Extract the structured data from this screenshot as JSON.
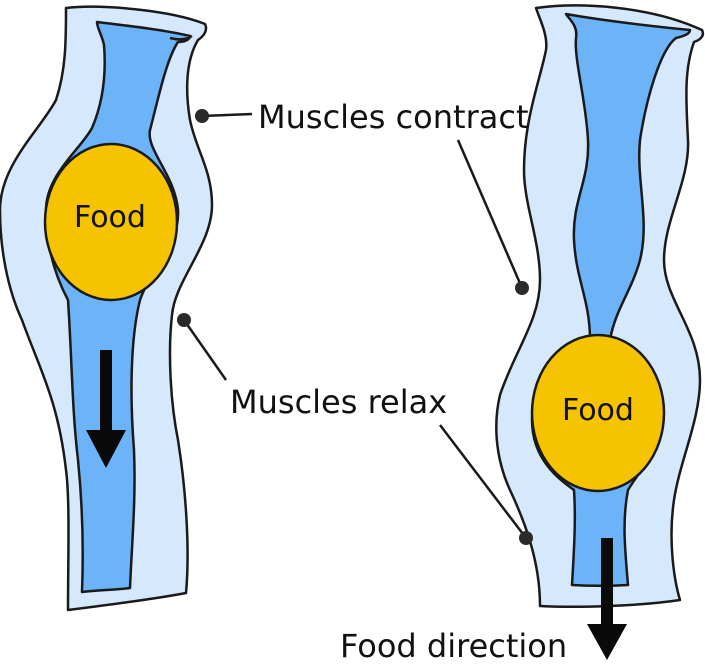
{
  "labels": {
    "muscles_contract": "Muscles contract",
    "muscles_relax": "Muscles relax",
    "food_direction": "Food direction",
    "food_left": "Food",
    "food_right": "Food"
  },
  "colors": {
    "wall": "#d6e8fb",
    "lumen": "#6db3f7",
    "food": "#f5c300",
    "outline": "#1a1a1a"
  }
}
